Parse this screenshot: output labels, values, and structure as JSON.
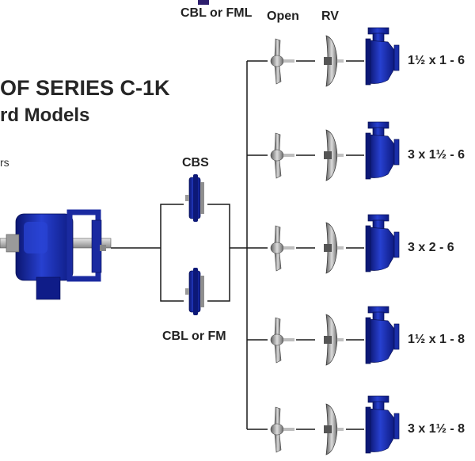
{
  "header": {
    "title_line1": "OF SERIES C-1K",
    "title_line2": "rd Models",
    "left_fragment": "rs"
  },
  "labels": {
    "top_cbl_fml": "CBL or FML",
    "open": "Open",
    "rv": "RV",
    "cbs": "CBS",
    "cbl_or_fm": "CBL or FM"
  },
  "pump_sizes": [
    "1½ x 1 - 6",
    "3 x 1½ - 6",
    "3 x 2 - 6",
    "1½ x 1 - 8",
    "3 x 1½ - 8"
  ],
  "colors": {
    "pump_blue": "#1c2fb0",
    "pump_dark": "#0e1a6e",
    "metal": "#9a9a9a",
    "line": "#1a1a1a"
  }
}
